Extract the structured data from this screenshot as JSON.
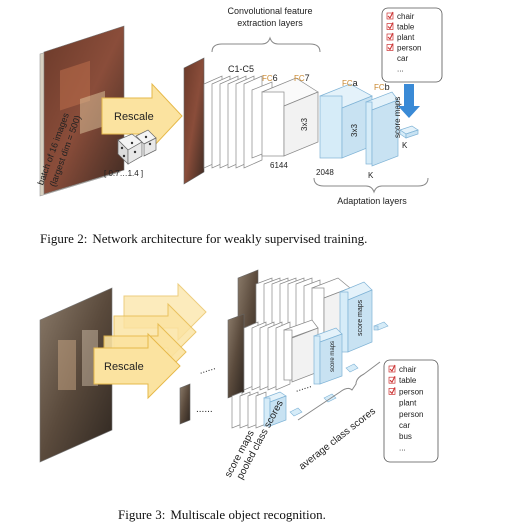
{
  "figure2": {
    "caption_label": "Figure 2:",
    "caption_text": "Network architecture for weakly supervised training.",
    "input_label_line1": "batch of 16 images",
    "input_label_line2": "(largest dim = 500)",
    "rescale_label": "Rescale",
    "scale_range": "[ 0.7…1.4 ]",
    "conv_group_line1": "Convolutional feature",
    "conv_group_line2": "extraction layers",
    "c1_c5": "C1-C5",
    "fc6": "FC6",
    "fc7": "FC7",
    "fca": "FCa",
    "fcb": "FCb",
    "kernel_3x3_a": "3x3",
    "kernel_3x3_b": "3x3",
    "score_maps": "score maps",
    "dim_6144": "6144",
    "dim_2048": "2048",
    "dim_k1": "K",
    "dim_k2": "K",
    "adapt_label": "Adaptation layers",
    "classes": [
      {
        "name": "chair",
        "checked": true
      },
      {
        "name": "table",
        "checked": true
      },
      {
        "name": "plant",
        "checked": true
      },
      {
        "name": "person",
        "checked": true
      },
      {
        "name": "car",
        "checked": false
      },
      {
        "name": "...",
        "checked": false
      }
    ]
  },
  "figure3": {
    "caption_label": "Figure 3:",
    "caption_text": "Multiscale object recognition.",
    "rescale_label": "Rescale",
    "score_maps_a": "score maps",
    "score_maps_b": "score maps",
    "dots": "......",
    "rot_score_maps": "score maps",
    "rot_pooled": "pooled class scores",
    "rot_average": "average class scores",
    "classes": [
      {
        "name": "chair",
        "checked": true
      },
      {
        "name": "table",
        "checked": true
      },
      {
        "name": "person",
        "checked": true
      },
      {
        "name": "plant",
        "checked": false
      },
      {
        "name": "person",
        "checked": false
      },
      {
        "name": "car",
        "checked": false
      },
      {
        "name": "bus",
        "checked": false
      },
      {
        "name": "...",
        "checked": false
      }
    ]
  },
  "colors": {
    "arrow_fill": "#fbe3a0",
    "arrow_stroke": "#e6b94a",
    "layer_blue": "#d6ecf8",
    "layer_blue_stroke": "#7fb3d6",
    "down_arrow": "#3a8ad6",
    "label_orange": "#c9872e"
  }
}
